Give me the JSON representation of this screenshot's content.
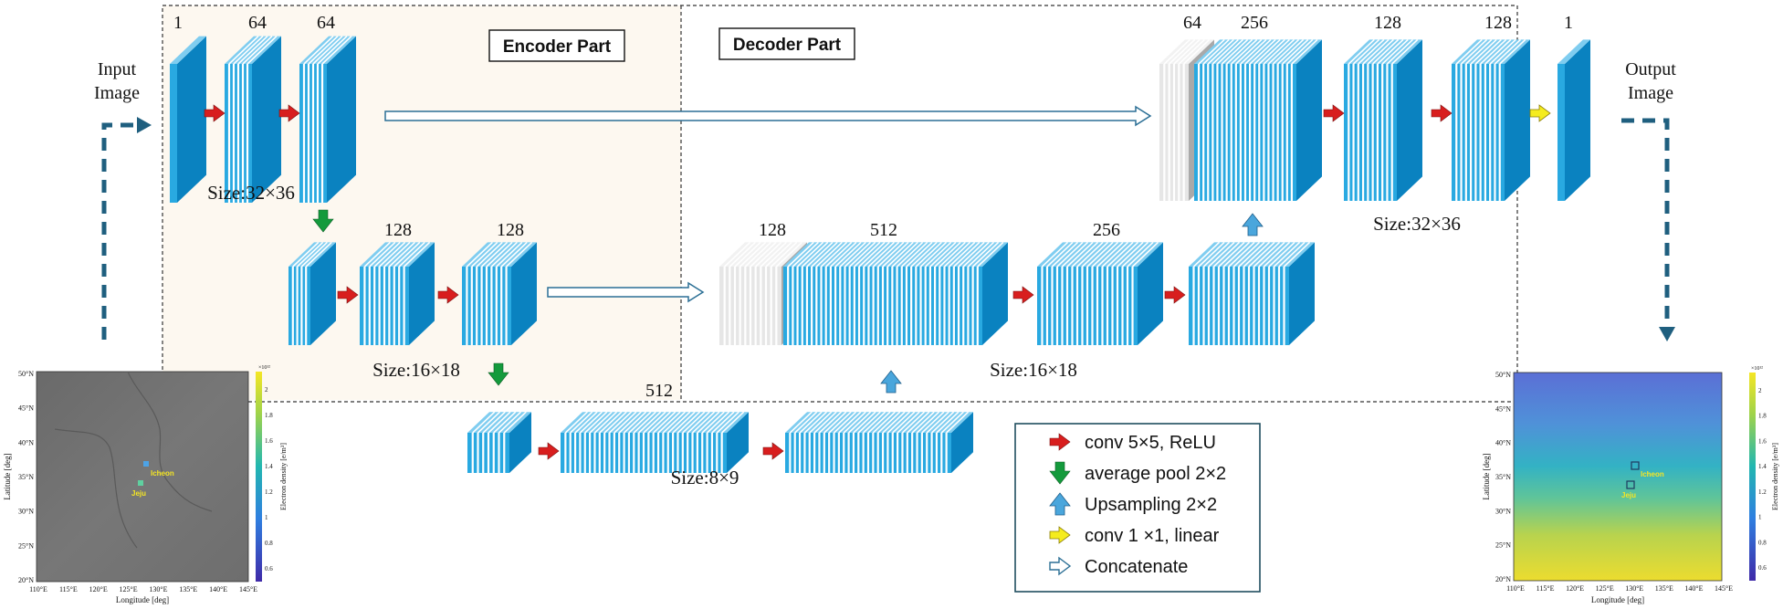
{
  "labels": {
    "input_image": [
      "Input",
      "Image"
    ],
    "output_image": [
      "Output",
      "Image"
    ],
    "encoder_part": "Encoder Part",
    "decoder_part": "Decoder Part",
    "size_32x36": "Size:32×36",
    "size_16x18": "Size:16×18",
    "size_8x9": "Size:8×9"
  },
  "channels": {
    "enc_in": "1",
    "enc1a": "64",
    "enc1b": "64",
    "enc2a": "128",
    "enc2b": "128",
    "bottleneck": "512",
    "dec2_concat": "128",
    "dec2_main": "512",
    "dec2_conv": "256",
    "dec1_concat": "64",
    "dec1_main": "256",
    "dec1_conv_a": "128",
    "dec1_conv_b": "128",
    "dec_out": "1"
  },
  "legend": [
    {
      "arrow": "red-right",
      "label": "conv 5×5, ReLU"
    },
    {
      "arrow": "green-down",
      "label": "average pool 2×2"
    },
    {
      "arrow": "blue-up",
      "label": "Upsampling 2×2"
    },
    {
      "arrow": "yellow-right",
      "label": "conv 1 ×1, linear"
    },
    {
      "arrow": "hollow-right",
      "label": "Concatenate"
    }
  ],
  "maps": {
    "input": {
      "ylabel": "Latitude [deg]",
      "xlabel": "Longitude [deg]",
      "yticks": [
        "50°N",
        "45°N",
        "40°N",
        "35°N",
        "30°N",
        "25°N",
        "20°N"
      ],
      "xticks": [
        "110°E",
        "115°E",
        "120°E",
        "125°E",
        "130°E",
        "135°E",
        "140°E",
        "145°E"
      ],
      "colorbar_label": "Electron density [e/m³]",
      "colorbar_exp": "×10¹²",
      "colorbar_ticks": [
        "2",
        "1.8",
        "1.6",
        "1.4",
        "1.2",
        "1",
        "0.8",
        "0.6"
      ],
      "stations": [
        "Icheon",
        "Jeju"
      ]
    },
    "output": {
      "ylabel": "Latitude [deg]",
      "xlabel": "Longitude [deg]",
      "yticks": [
        "50°N",
        "45°N",
        "40°N",
        "35°N",
        "30°N",
        "25°N",
        "20°N"
      ],
      "xticks": [
        "110°E",
        "115°E",
        "120°E",
        "125°E",
        "130°E",
        "135°E",
        "140°E",
        "145°E"
      ],
      "colorbar_label": "Electron density [e/m³]",
      "colorbar_exp": "×10¹²",
      "colorbar_ticks": [
        "2",
        "1.8",
        "1.6",
        "1.4",
        "1.2",
        "1",
        "0.8",
        "0.6"
      ],
      "stations": [
        "Icheon",
        "Jeju"
      ]
    }
  },
  "colors": {
    "block_face": "#29a9e1",
    "block_side": "#0a82c0",
    "block_top": "#7fcdf0",
    "concat_face": "#e6e6e6",
    "concat_side": "#a9a9a9",
    "encoder_bg": "#fdf8f0",
    "red_arrow": "#d81e1e",
    "green_arrow": "#149a3c",
    "blue_arrow": "#4aa6dc",
    "yellow_arrow": "#f5ec1e",
    "dash_arrow": "#1f5f7f"
  }
}
